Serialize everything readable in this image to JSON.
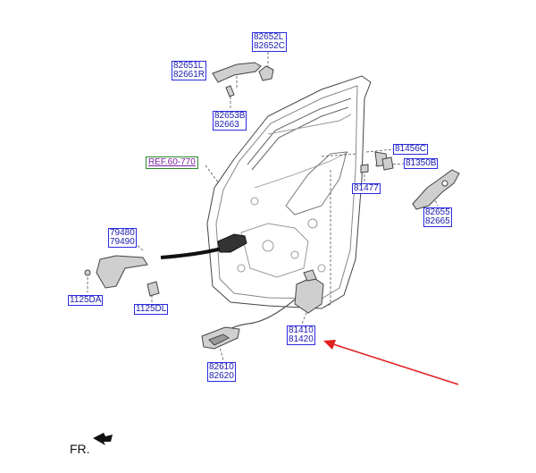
{
  "diagram": {
    "ref_label": "REF.60-770",
    "parts": [
      {
        "id": "p-82652",
        "lines": [
          "82652L",
          "82652C"
        ]
      },
      {
        "id": "p-82651",
        "lines": [
          "82651L",
          "82661R"
        ]
      },
      {
        "id": "p-82653",
        "lines": [
          "82653B",
          "82663"
        ]
      },
      {
        "id": "p-81456",
        "lines": [
          "81456C"
        ]
      },
      {
        "id": "p-81350",
        "lines": [
          "81350B"
        ]
      },
      {
        "id": "p-81477",
        "lines": [
          "81477"
        ]
      },
      {
        "id": "p-82655",
        "lines": [
          "82655",
          "82665"
        ]
      },
      {
        "id": "p-79480",
        "lines": [
          "79480",
          "79490"
        ]
      },
      {
        "id": "p-1125da",
        "lines": [
          "1125DA"
        ]
      },
      {
        "id": "p-1125dl",
        "lines": [
          "1125DL"
        ]
      },
      {
        "id": "p-81410",
        "lines": [
          "81410",
          "81420"
        ],
        "highlighted": true
      },
      {
        "id": "p-82610",
        "lines": [
          "82610",
          "82620"
        ]
      }
    ],
    "front_label": "FR.",
    "colors": {
      "label_border": "#2a2ae0",
      "highlight": "#3a6cf2",
      "arrow": "#e02020"
    }
  }
}
